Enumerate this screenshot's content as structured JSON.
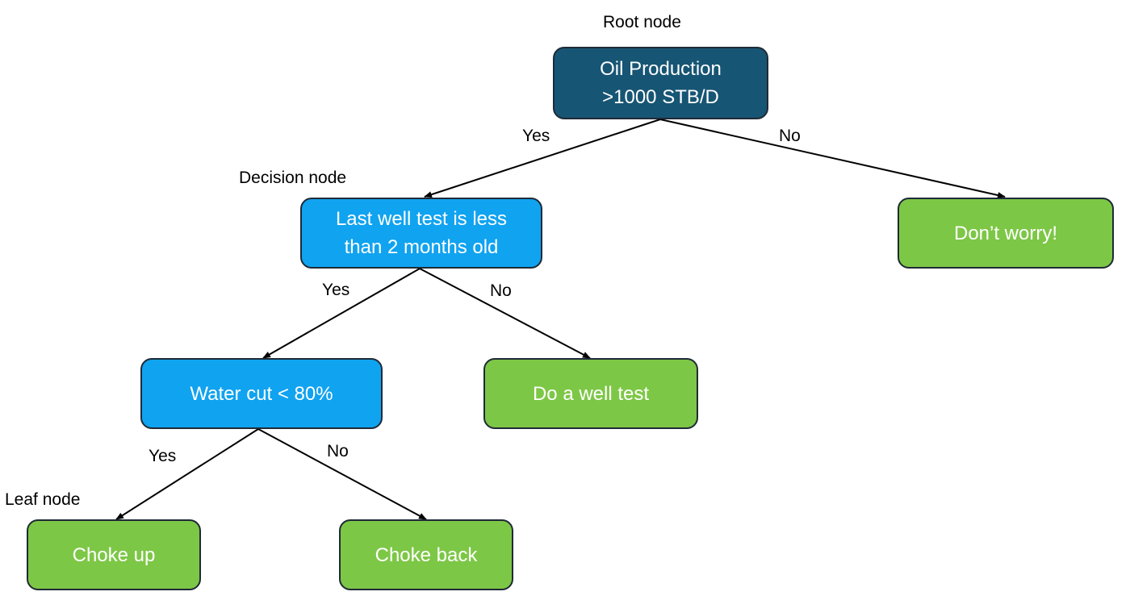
{
  "colors": {
    "root": "#175574",
    "decision": "#10a3f0",
    "leaf": "#7dc746",
    "border": "#1f2a36",
    "line": "#000000"
  },
  "annotations": {
    "root": "Root node",
    "decision": "Decision node",
    "leaf": "Leaf node"
  },
  "nodes": {
    "root": {
      "lines": [
        "Oil Production",
        ">1000 STB/D"
      ]
    },
    "last_well_test": {
      "lines": [
        "Last well test is less",
        "than 2 months old"
      ]
    },
    "dont_worry": {
      "lines": [
        "Don’t worry!"
      ]
    },
    "water_cut": {
      "lines": [
        "Water cut < 80%"
      ]
    },
    "do_well_test": {
      "lines": [
        "Do a well test"
      ]
    },
    "choke_up": {
      "lines": [
        "Choke up"
      ]
    },
    "choke_back": {
      "lines": [
        "Choke back"
      ]
    }
  },
  "edges": {
    "root_yes": "Yes",
    "root_no": "No",
    "test_yes": "Yes",
    "test_no": "No",
    "water_yes": "Yes",
    "water_no": "No"
  }
}
